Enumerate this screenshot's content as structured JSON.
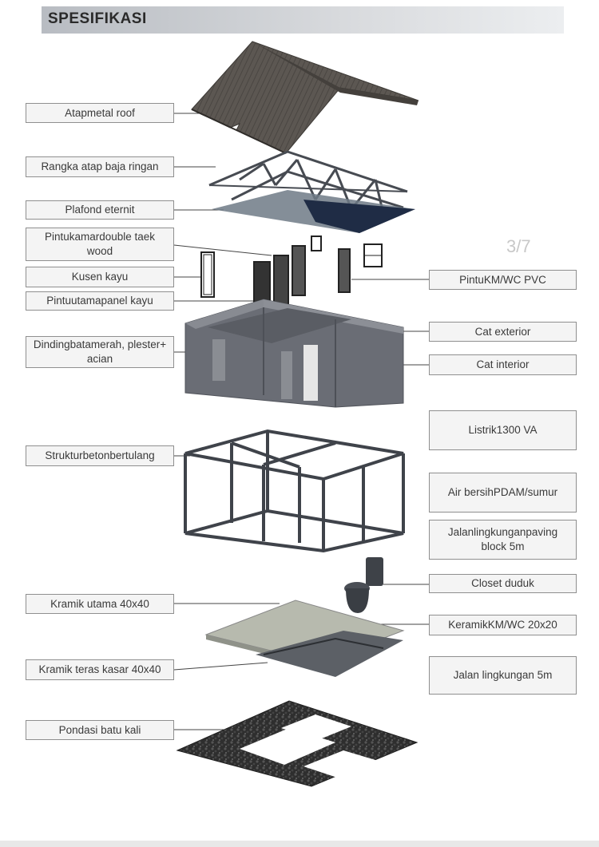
{
  "header": {
    "title": "SPESIFIKASI"
  },
  "page_counter": "3/7",
  "left_labels": [
    "Atapmetal roof",
    "Rangka atap baja ringan",
    "Plafond eternit",
    "Pintukamardouble taek wood",
    "Kusen kayu",
    "Pintuutamapanel kayu",
    "Dindingbatamerah, plester+ acian",
    "Strukturbetonbertulang",
    "Kramik utama 40x40",
    "Kramik teras kasar 40x40",
    "Pondasi batu kali"
  ],
  "right_labels": [
    "PintuKM/WC PVC",
    "Cat  exterior",
    "Cat interior",
    "Listrik1300 VA",
    "Air bersihPDAM/sumur",
    "Jalanlingkunganpaving block 5m",
    "Closet duduk",
    "KeramikKM/WC 20x20",
    "Jalan lingkungan 5m"
  ],
  "colors": {
    "roof": "#5a5550",
    "truss": "#4a4f57",
    "wall": "#6e7179",
    "frame": "#3f434a",
    "floor": "#b9bcb1",
    "foundation": "#2b2b2b"
  }
}
